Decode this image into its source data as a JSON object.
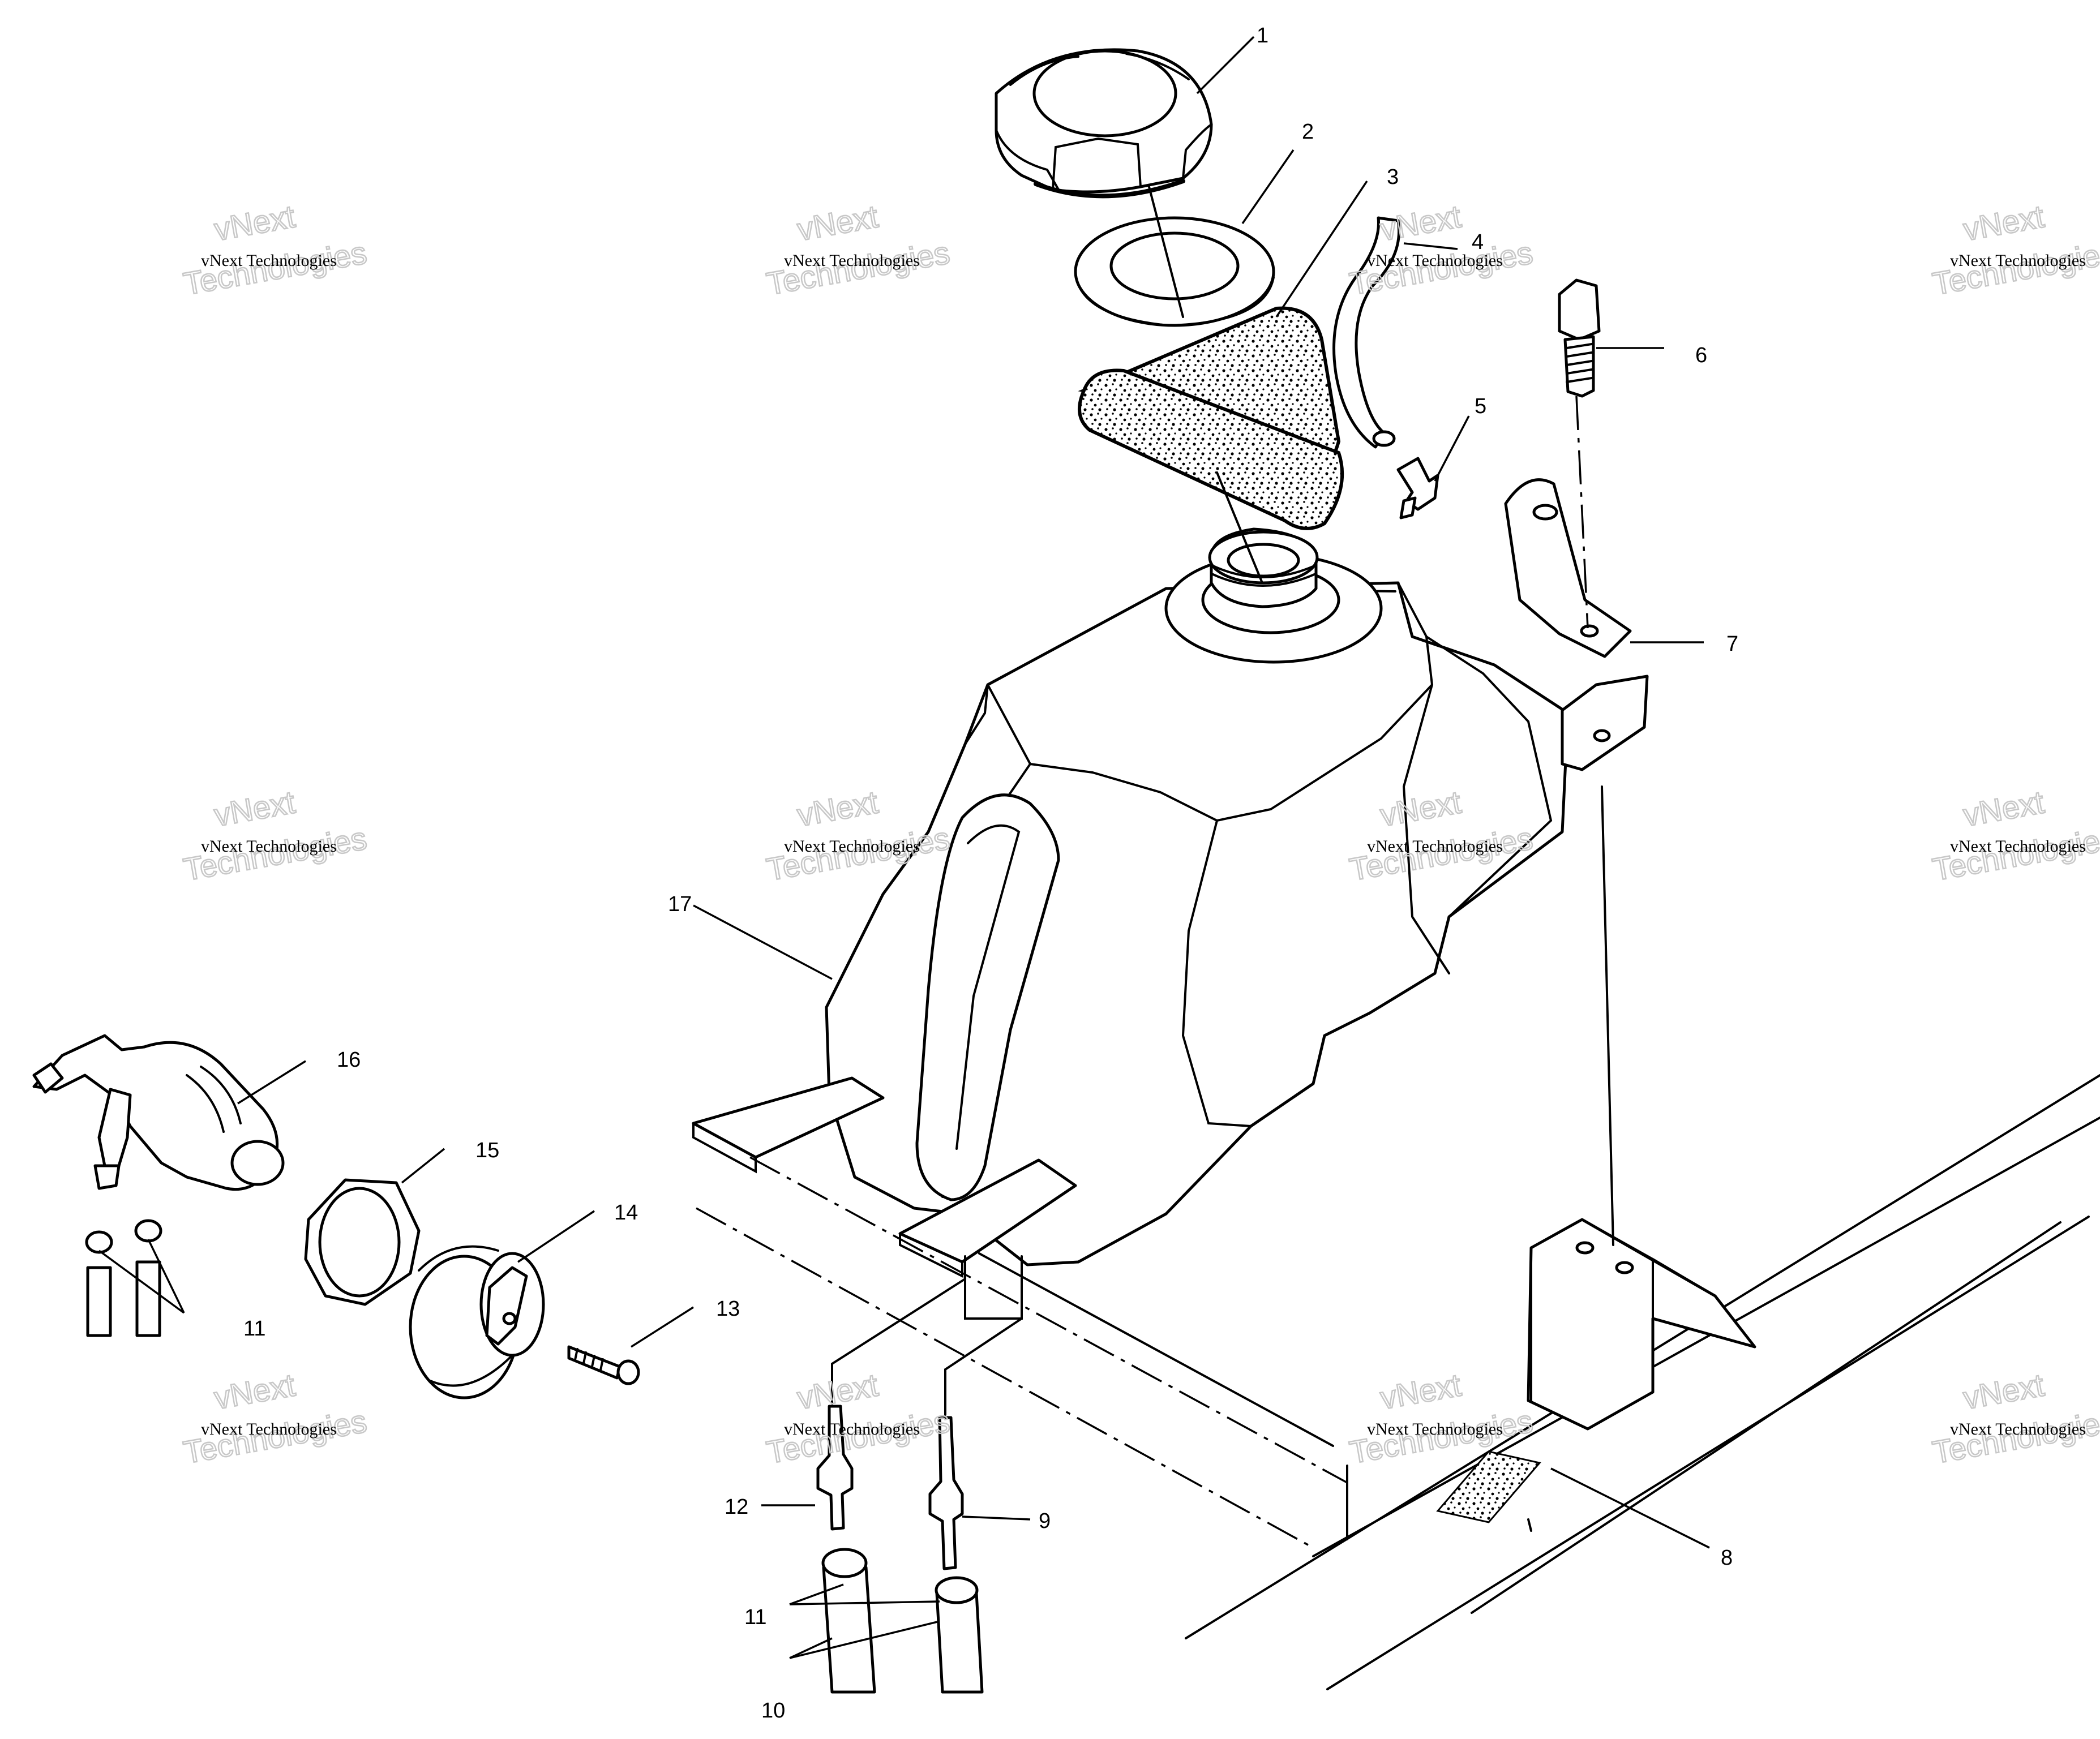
{
  "callouts": [
    {
      "id": "c1",
      "label": "1"
    },
    {
      "id": "c2",
      "label": "2"
    },
    {
      "id": "c3",
      "label": "3"
    },
    {
      "id": "c4",
      "label": "4"
    },
    {
      "id": "c5",
      "label": "5"
    },
    {
      "id": "c6",
      "label": "6"
    },
    {
      "id": "c7",
      "label": "7"
    },
    {
      "id": "c8",
      "label": "8"
    },
    {
      "id": "c9",
      "label": "9"
    },
    {
      "id": "c10",
      "label": "10"
    },
    {
      "id": "c11a",
      "label": "11"
    },
    {
      "id": "c11b",
      "label": "11"
    },
    {
      "id": "c12",
      "label": "12"
    },
    {
      "id": "c13",
      "label": "13"
    },
    {
      "id": "c14",
      "label": "14"
    },
    {
      "id": "c15",
      "label": "15"
    },
    {
      "id": "c16",
      "label": "16"
    },
    {
      "id": "c17",
      "label": "17"
    }
  ],
  "watermark": {
    "line_small": "vNext Technologies",
    "line_big_1": "vNext",
    "line_big_2": "Technologies"
  }
}
